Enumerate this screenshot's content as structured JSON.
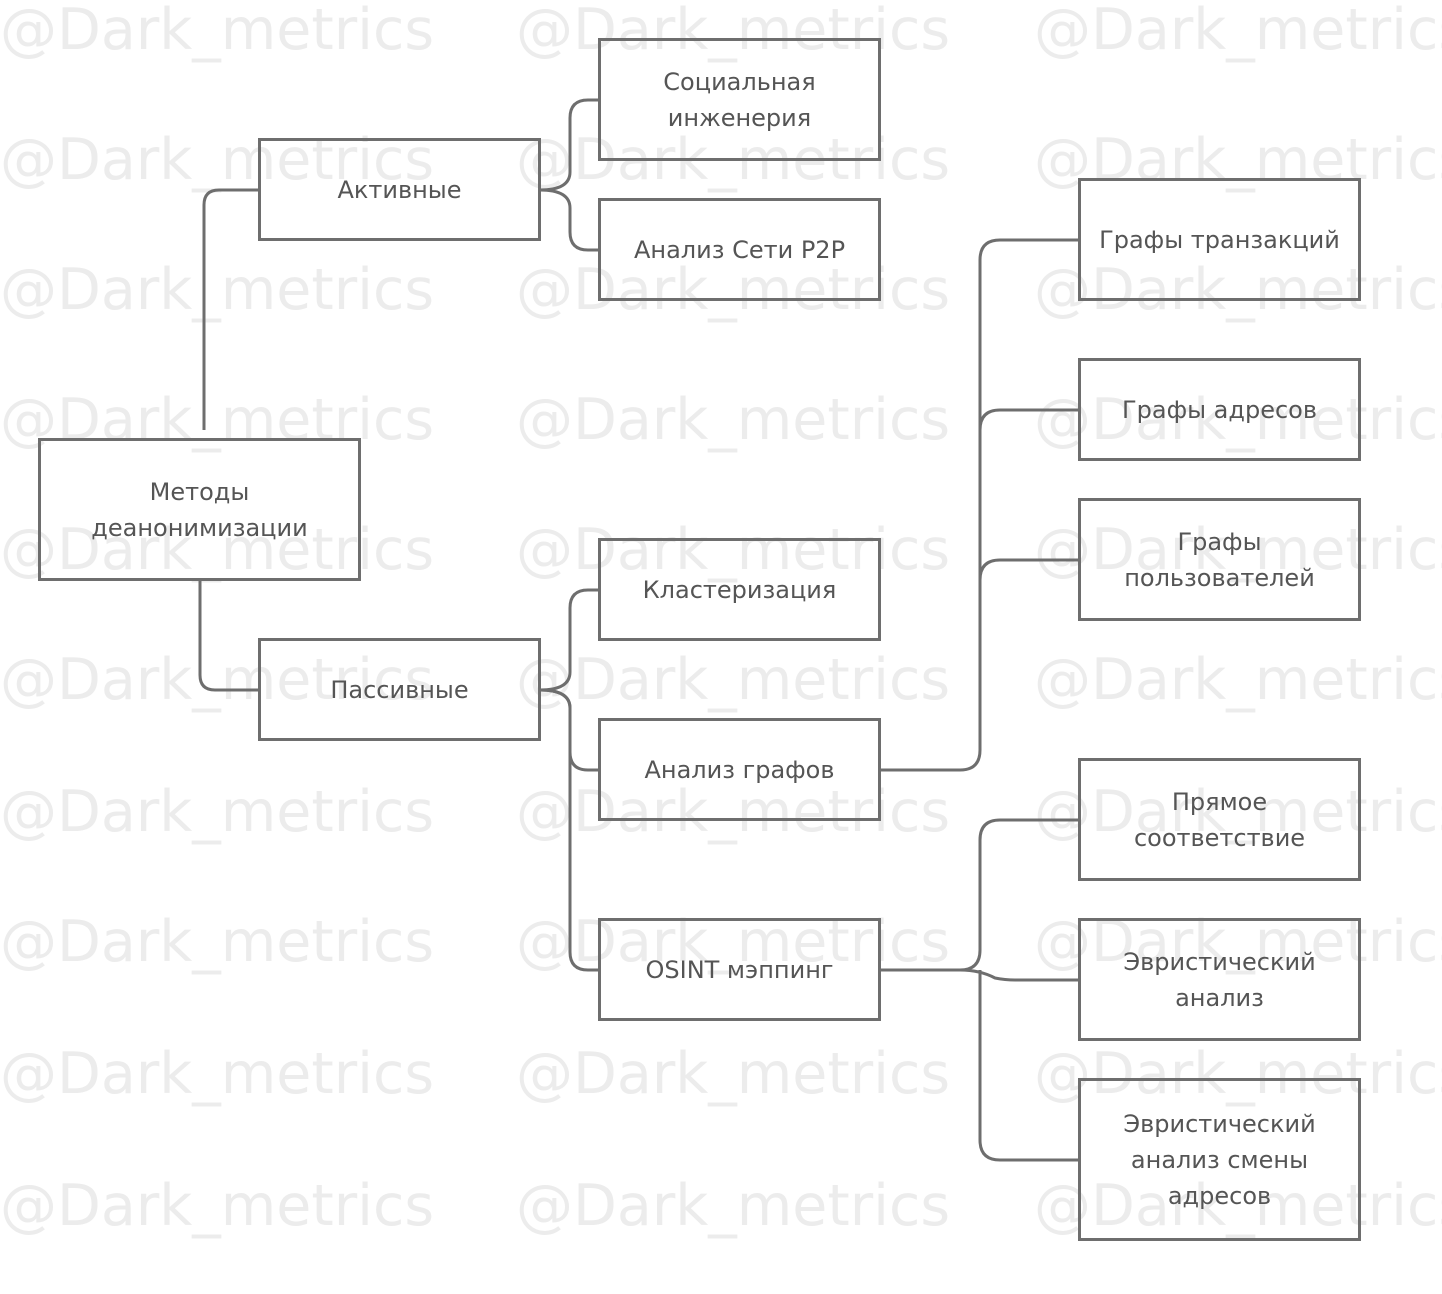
{
  "watermark": "@Dark_metrics",
  "colors": {
    "line": "#6e6e6e",
    "text": "#555555",
    "watermark": "#ececec"
  },
  "nodes": {
    "root": "Методы деанонимизации",
    "active": "Активные",
    "social": "Социальная инженерия",
    "p2p": "Анализ Сети P2P",
    "passive": "Пассивные",
    "cluster": "Кластеризация",
    "graphs": "Анализ графов",
    "osint": "OSINT мэппинг",
    "tx_graphs": "Графы транзакций",
    "addr_graphs": "Графы адресов",
    "user_graphs": "Графы пользователей",
    "direct": "Прямое соответствие",
    "heuristic": "Эвристический анализ",
    "heuristic_change": "Эвристический анализ смены адресов"
  }
}
